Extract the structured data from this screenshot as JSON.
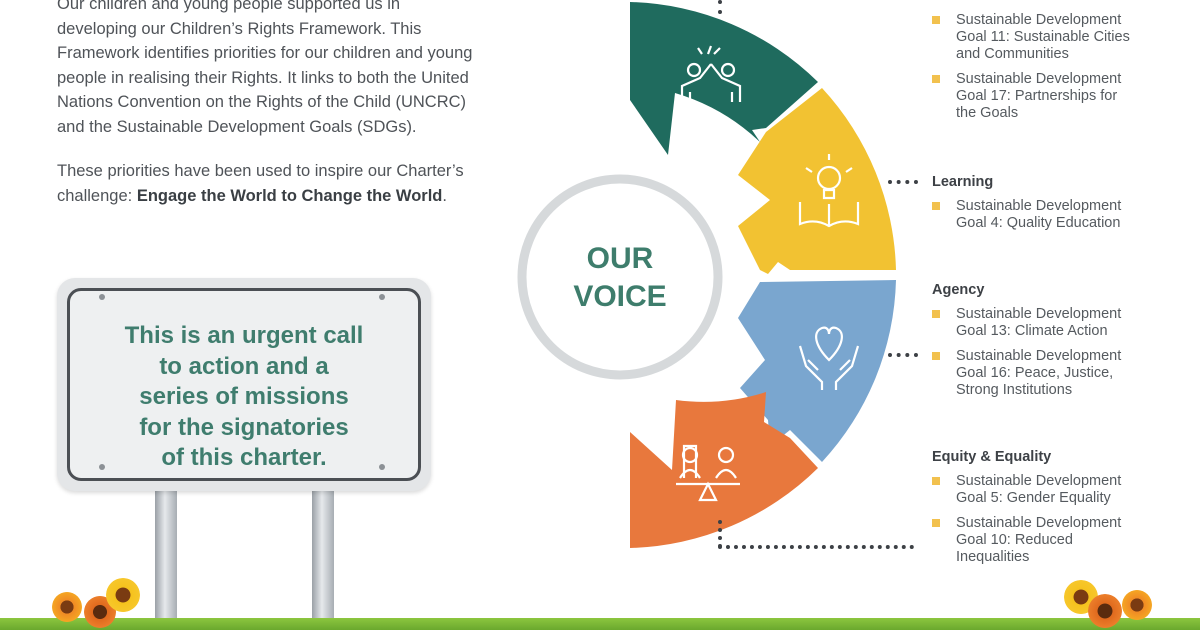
{
  "intro": {
    "p1": "Our children and young people supported us in developing our Children’s Rights Framework. This Framework identifies priorities for our children and young people in realising their Rights. It links to both the United Nations Convention on the Rights of the Child (UNCRC) and the Sustainable Development Goals (SDGs).",
    "p2_prefix": "These priorities have been used to inspire our Charter’s challenge: ",
    "p2_bold": "Engage the World to Change the World",
    "p2_suffix": "."
  },
  "sign": {
    "text": "This is an urgent call\nto action and a\nseries of missions\nfor the  signatories\nof this charter."
  },
  "wheel": {
    "title": "OUR\nVOICE",
    "segments": [
      {
        "icon": "high-five-icon",
        "color": "#1f6b5e"
      },
      {
        "icon": "lightbulb-book-icon",
        "color": "#f2c232"
      },
      {
        "icon": "heart-hands-icon",
        "color": "#7aa6cf"
      },
      {
        "icon": "balance-people-icon",
        "color": "#e8783d"
      }
    ]
  },
  "categories": [
    {
      "title": "",
      "goals": [
        "Sustainable Development\nGoal 11: Sustainable Cities\nand Communities",
        "Sustainable Development\nGoal 17: Partnerships for\nthe Goals"
      ]
    },
    {
      "title": "Learning",
      "goals": [
        "Sustainable Development\nGoal 4: Quality Education"
      ]
    },
    {
      "title": "Agency",
      "goals": [
        "Sustainable Development\nGoal 13: Climate Action",
        "Sustainable Development\nGoal 16: Peace, Justice,\nStrong Institutions"
      ]
    },
    {
      "title": "Equity & Equality",
      "goals": [
        "Sustainable Development\nGoal 5: Gender Equality",
        "Sustainable Development\nGoal 10: Reduced\nInequalities"
      ]
    }
  ]
}
